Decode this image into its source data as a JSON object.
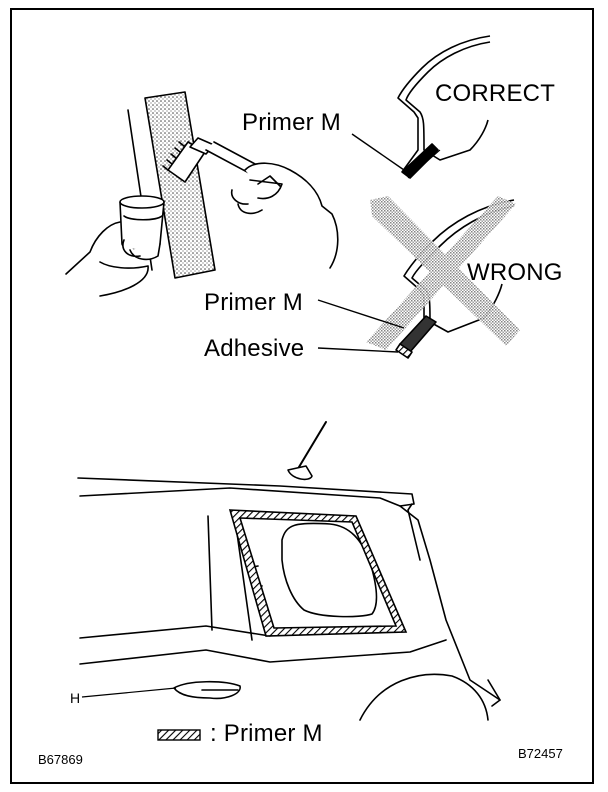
{
  "labels": {
    "correct": "CORRECT",
    "wrong": "WRONG",
    "primer_top": "Primer M",
    "primer_mid": "Primer M",
    "adhesive": "Adhesive",
    "legend": ": Primer M",
    "marker_h": "H",
    "code_left": "B67869",
    "code_right": "B72457"
  }
}
